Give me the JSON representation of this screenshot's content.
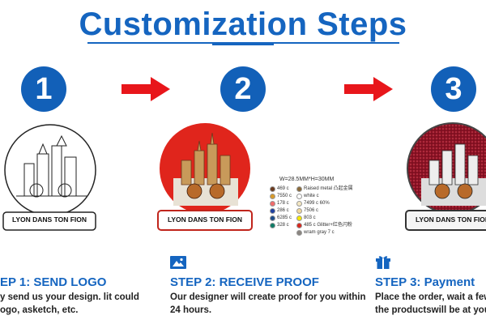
{
  "title": "Customization Steps",
  "colors": {
    "accent": "#1565c0",
    "badge": "#1260b8",
    "arrow": "#e8161b",
    "proof_red": "#e0251c",
    "glitter": "#8a1224"
  },
  "badges": [
    "1",
    "2",
    "3"
  ],
  "pin_label": "LYON DANS TON FION",
  "proof": {
    "dimensions": "W=28.5MM*H=30MM",
    "left_colors": [
      {
        "label": "469 c",
        "hex": "#6b3a1e"
      },
      {
        "label": "7550 c",
        "hex": "#d89a2a"
      },
      {
        "label": "178 c",
        "hex": "#f26b6b"
      },
      {
        "label": "286 c",
        "hex": "#1d3fa0"
      },
      {
        "label": "6285 c",
        "hex": "#1d4c8a"
      },
      {
        "label": "328 c",
        "hex": "#0f7b66"
      }
    ],
    "right_colors": [
      {
        "label": "Raised metal 凸起金属",
        "hex": "#8a6a3a"
      },
      {
        "label": "white c",
        "hex": "#ffffff"
      },
      {
        "label": "7499 c 60%",
        "hex": "#f3e6c1"
      },
      {
        "label": "7506 c",
        "hex": "#f1d79a"
      },
      {
        "label": "803 c",
        "hex": "#f5e600"
      },
      {
        "label": "485 c Glitter+红色闪粉",
        "hex": "#d8261d"
      },
      {
        "label": "wram gray 7 c",
        "hex": "#8a8580"
      }
    ]
  },
  "steps": [
    {
      "title": "EP 1: SEND LOGO",
      "desc_lines": [
        "y send us your design. lit could",
        "ogo, asketch, etc."
      ]
    },
    {
      "title": "STEP 2: RECEIVE PROOF",
      "desc_lines": [
        "Our designer will create proof for you within",
        "24 hours."
      ],
      "icon": "image-icon"
    },
    {
      "title": "STEP 3: Payment",
      "desc_lines": [
        "Place the order, wait a few da",
        "the productswill be at your do"
      ],
      "icon": "gift-icon"
    }
  ]
}
